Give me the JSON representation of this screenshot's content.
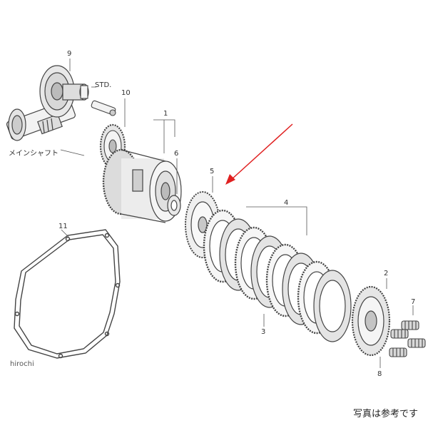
{
  "diagram": {
    "callouts": [
      "1",
      "2",
      "3",
      "4",
      "5",
      "6",
      "7",
      "8",
      "9",
      "10",
      "11"
    ],
    "label_std": "STD.",
    "label_mainshaft": "メインシャフト",
    "caption": "写真は参考です",
    "watermark": "hirochi",
    "colors": {
      "line": "#444444",
      "arrow": "#e02020",
      "part_fill": "#f2f2f2",
      "dark": "#777777"
    }
  }
}
